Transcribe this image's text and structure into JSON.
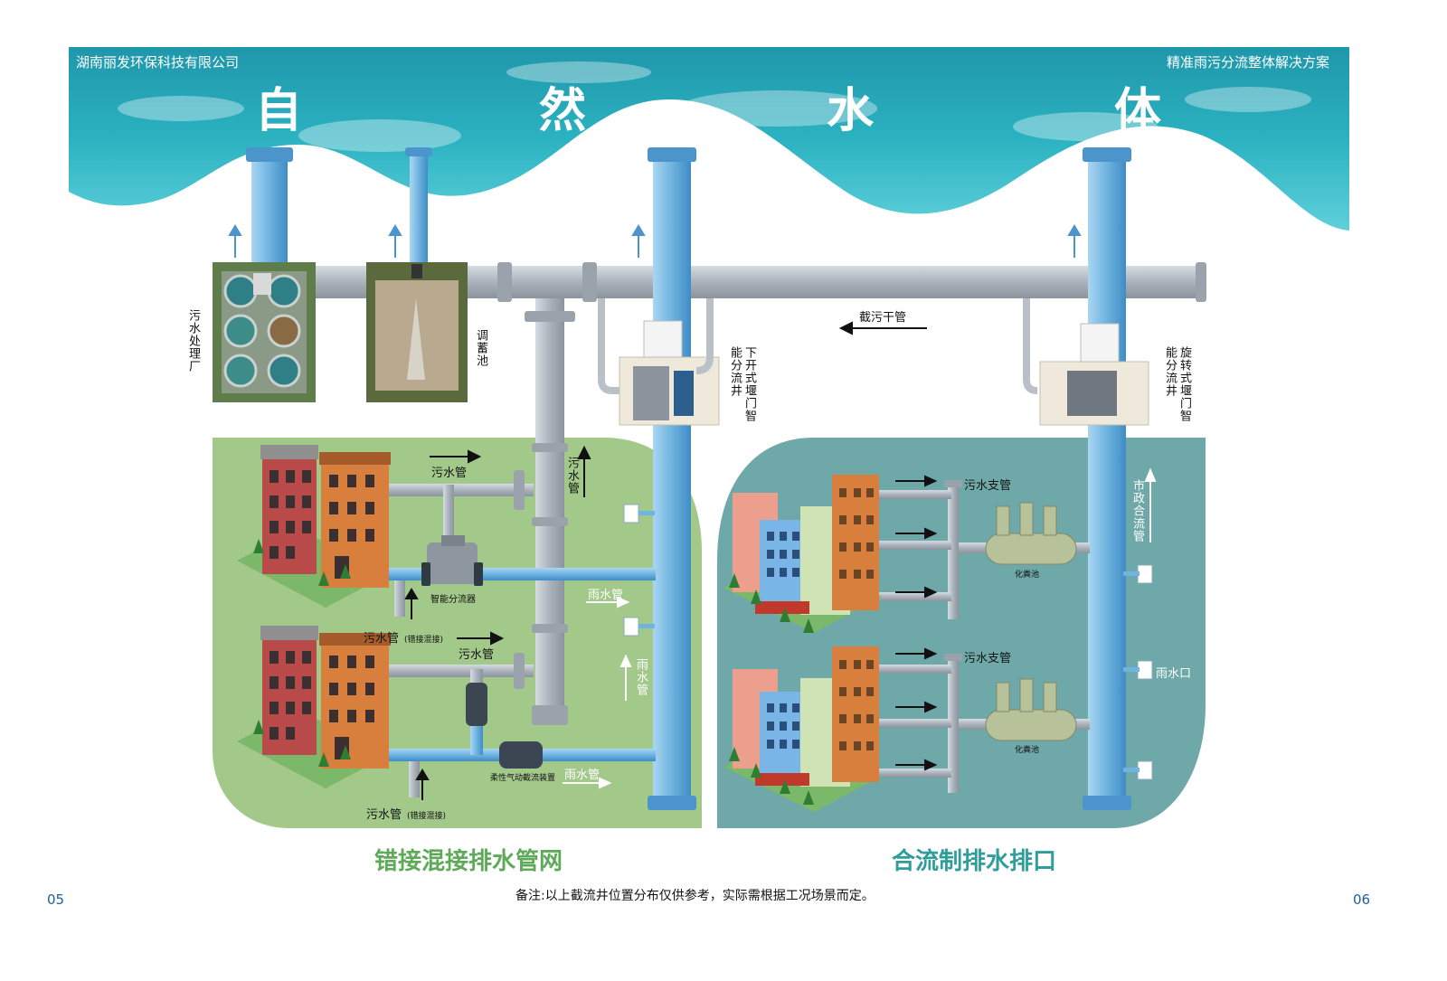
{
  "header": {
    "company": "湖南丽发环保科技有限公司",
    "solution": "精准雨污分流整体解决方案",
    "water_chars": [
      "自",
      "然",
      "水",
      "体"
    ]
  },
  "facilities": {
    "sewage_plant": "污水处理厂",
    "storage_tank": "调蓄池",
    "weir_well": "下开式堰门智能分流井",
    "rotary_well": "旋转式堰门智能分流井",
    "main_pipe": "截污干管"
  },
  "left_panel": {
    "title": "错接混接排水管网",
    "sewage_pipe": "污水管",
    "sewage_pipe_vertical": "污水管",
    "smart_diverter": "智能分流器",
    "rain_pipe": "雨水管",
    "mixed_pipe": "污水管",
    "mixed_note": "(错接混接)",
    "rain_pipe_vertical": "雨水管",
    "flex_device": "柔性气动截流装置"
  },
  "right_panel": {
    "title": "合流制排水排口",
    "branch_pipe": "污水支管",
    "septic_tank": "化粪池",
    "municipal_pipe": "市政合流管",
    "rain_outlet": "雨水口"
  },
  "footer": {
    "note": "备注:以上截流井位置分布仅供参考，实际需根据工况场景而定。",
    "page_left": "05",
    "page_right": "06"
  },
  "colors": {
    "sea": "#27a9b8",
    "pipe_gray": "#b9c0c7",
    "pipe_blue": "#6fb3e0",
    "green_panel": "#a3c98a",
    "teal_panel": "#6fa8a8",
    "left_title": "#5faa5a",
    "right_title": "#2f9e9a"
  }
}
